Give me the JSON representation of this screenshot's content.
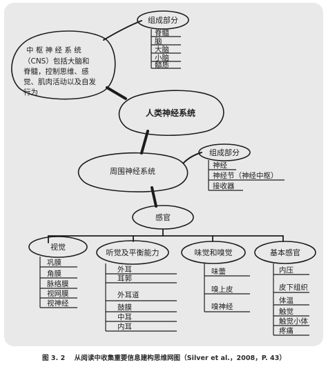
{
  "nodes": {
    "cns_parts": {
      "title": "组成部分",
      "items": [
        "脊髓",
        "脑",
        "大脑",
        "小脑",
        "髓质"
      ]
    },
    "cns_description": {
      "lines": [
        "中 枢 神 经 系 统",
        "（CNS）包括大脑和",
        "脊髓，控制思维、感",
        "觉、肌肉活动以及自发",
        "行为"
      ]
    },
    "human_nervous_system": {
      "label": "人类神经系统"
    },
    "peripheral_nervous_system": {
      "label": "周围神经系统"
    },
    "pns_parts": {
      "title": "组成部分",
      "items": [
        "神经",
        "神经节（神经中枢）",
        "接收器"
      ]
    },
    "senses": {
      "label": "感官"
    },
    "vision": {
      "label": "视觉",
      "items": [
        "巩膜",
        "角膜",
        "脉络膜",
        "视网膜",
        "视神经"
      ]
    },
    "hearing_balance": {
      "label": "听觉及平衡能力",
      "items": [
        "外耳",
        "耳郭",
        "外耳道",
        "鼓膜",
        "中耳",
        "内耳"
      ]
    },
    "taste_smell": {
      "label": "味觉和嗅觉",
      "items": [
        "味蕾",
        "嗅上皮",
        "嗅神经"
      ]
    },
    "basic_senses": {
      "label": "基本感官",
      "items": [
        "内压",
        "皮下组织",
        "体温",
        "触觉",
        "触觉小体",
        "疼痛"
      ]
    }
  },
  "caption": {
    "figure_number": "图 3. 2",
    "text": "从阅读中收集重要信息建构思维网图（Silver et al.，2008，P. 43）"
  }
}
